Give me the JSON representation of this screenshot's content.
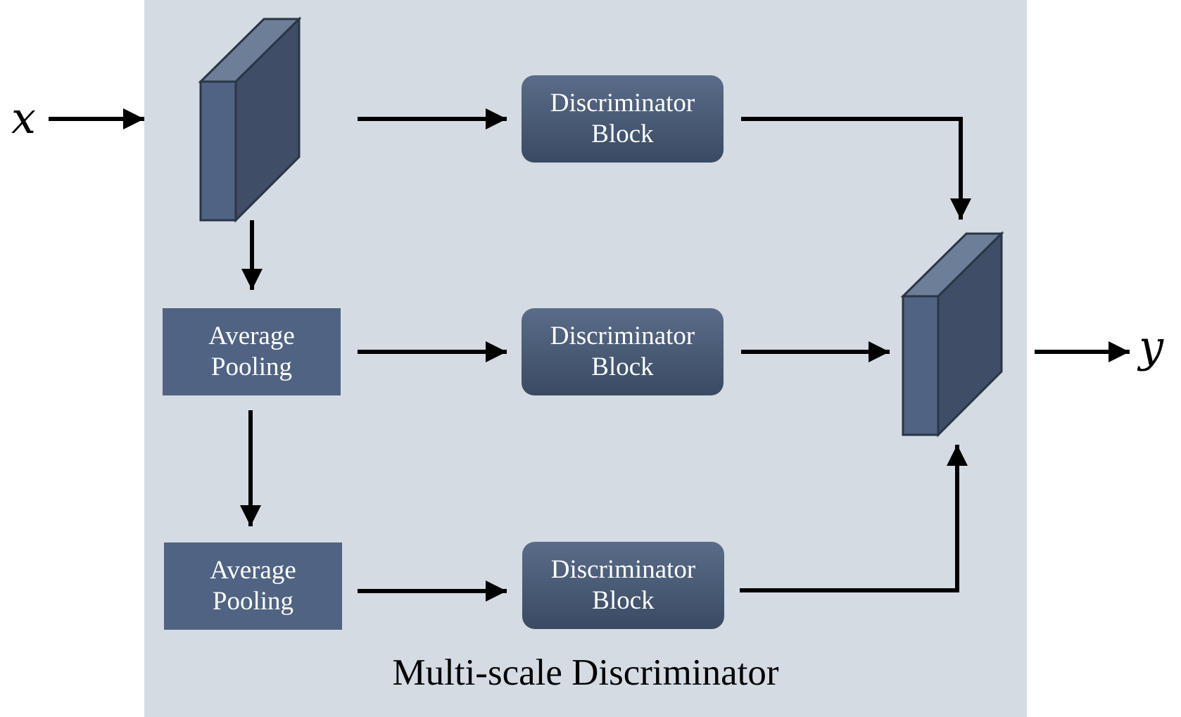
{
  "diagram": {
    "input_label": "x",
    "output_label": "y",
    "caption": "Multi-scale Discriminator",
    "discriminator_blocks": [
      "Discriminator\nBlock",
      "Discriminator\nBlock",
      "Discriminator\nBlock"
    ],
    "pooling_blocks": [
      "Average\nPooling",
      "Average\nPooling"
    ]
  },
  "colors": {
    "panel": "#d4dbe3",
    "block_dark": "#3a4a63",
    "block_light": "#5a6c89",
    "pool": "#506382",
    "arrow": "#000000"
  }
}
